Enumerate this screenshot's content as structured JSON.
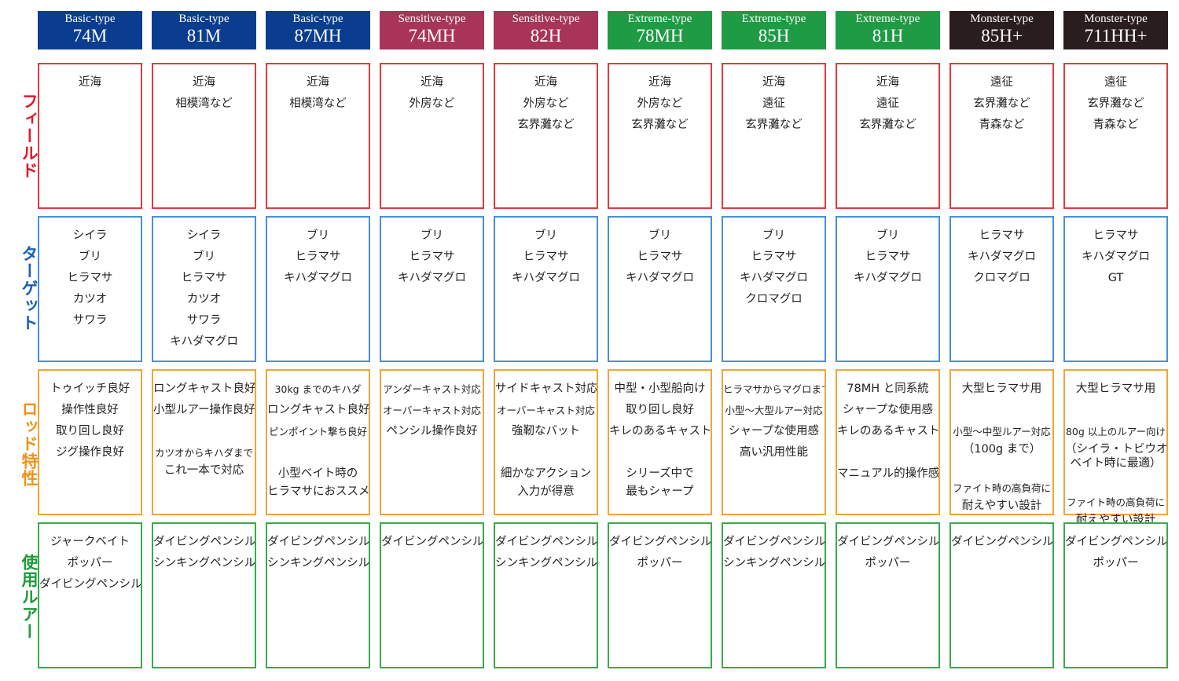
{
  "colors": {
    "basic": "#0a3d8f",
    "sensitive": "#a83558",
    "extreme": "#1f9a45",
    "monster": "#2a1d1d",
    "field": "#e23a3f",
    "target": "#4a8fd6",
    "rod": "#f0a43c",
    "lure": "#3aaa4a"
  },
  "rows": [
    {
      "key": "field",
      "label": "フィールド",
      "label_color": "#e0192b"
    },
    {
      "key": "target",
      "label": "ターゲット",
      "label_color": "#1b5fb3"
    },
    {
      "key": "rod",
      "label": "ロッド特性",
      "label_color": "#ee9316"
    },
    {
      "key": "lure",
      "label": "使用ルアー",
      "label_color": "#1d9a3a"
    }
  ],
  "columns": [
    {
      "type": "Basic-type",
      "model": "74M",
      "color": "basic",
      "field": [
        "近海"
      ],
      "target": [
        "シイラ",
        "ブリ",
        "ヒラマサ",
        "カツオ",
        "サワラ"
      ],
      "rod": [
        "トゥイッチ良好",
        "操作性良好",
        "取り回し良好",
        "ジグ操作良好"
      ],
      "lure": [
        "ジャークベイト",
        "ポッパー",
        "ダイビングペンシル"
      ]
    },
    {
      "type": "Basic-type",
      "model": "81M",
      "color": "basic",
      "field": [
        "近海",
        "相模湾など"
      ],
      "target": [
        "シイラ",
        "ブリ",
        "ヒラマサ",
        "カツオ",
        "サワラ",
        "キハダマグロ"
      ],
      "rod": [
        "ロングキャスト良好",
        "小型ルアー操作良好",
        "",
        "カツオからキハダまで",
        "これ一本で対応"
      ],
      "lure": [
        "ダイビングペンシル",
        "シンキングペンシル"
      ]
    },
    {
      "type": "Basic-type",
      "model": "87MH",
      "color": "basic",
      "field": [
        "近海",
        "相模湾など"
      ],
      "target": [
        "ブリ",
        "ヒラマサ",
        "キハダマグロ"
      ],
      "rod": [
        "30kg までのキハダ",
        "ロングキャスト良好",
        "ピンポイント撃ち良好",
        "",
        "小型ベイト時の",
        "ヒラマサにおススメ"
      ],
      "lure": [
        "ダイビングペンシル",
        "シンキングペンシル"
      ]
    },
    {
      "type": "Sensitive-type",
      "model": "74MH",
      "color": "sensitive",
      "field": [
        "近海",
        "外房など"
      ],
      "target": [
        "ブリ",
        "ヒラマサ",
        "キハダマグロ"
      ],
      "rod": [
        "アンダーキャスト対応",
        "オーバーキャスト対応",
        "ペンシル操作良好"
      ],
      "lure": [
        "ダイビングペンシル"
      ]
    },
    {
      "type": "Sensitive-type",
      "model": "82H",
      "color": "sensitive",
      "field": [
        "近海",
        "外房など",
        "玄界灘など"
      ],
      "target": [
        "ブリ",
        "ヒラマサ",
        "キハダマグロ"
      ],
      "rod": [
        "サイドキャスト対応",
        "オーバーキャスト対応",
        "強靭なバット",
        "",
        "細かなアクション",
        "入力が得意"
      ],
      "lure": [
        "ダイビングペンシル",
        "シンキングペンシル"
      ]
    },
    {
      "type": "Extreme-type",
      "model": "78MH",
      "color": "extreme",
      "field": [
        "近海",
        "外房など",
        "玄界灘など"
      ],
      "target": [
        "ブリ",
        "ヒラマサ",
        "キハダマグロ"
      ],
      "rod": [
        "中型・小型船向け",
        "取り回し良好",
        "キレのあるキャスト",
        "",
        "シリーズ中で",
        "最もシャープ"
      ],
      "lure": [
        "ダイビングペンシル",
        "ポッパー"
      ]
    },
    {
      "type": "Extreme-type",
      "model": "85H",
      "color": "extreme",
      "field": [
        "近海",
        "遠征",
        "玄界灘など"
      ],
      "target": [
        "ブリ",
        "ヒラマサ",
        "キハダマグロ",
        "クロマグロ"
      ],
      "rod": [
        "ヒラマサからマグロまで",
        "小型～大型ルアー対応",
        "シャープな使用感",
        "高い汎用性能"
      ],
      "lure": [
        "ダイビングペンシル",
        "シンキングペンシル"
      ]
    },
    {
      "type": "Extreme-type",
      "model": "81H",
      "color": "extreme",
      "field": [
        "近海",
        "遠征",
        "玄界灘など"
      ],
      "target": [
        "ブリ",
        "ヒラマサ",
        "キハダマグロ"
      ],
      "rod": [
        "78MH と同系統",
        "シャープな使用感",
        "キレのあるキャスト",
        "",
        "マニュアル的操作感"
      ],
      "lure": [
        "ダイビングペンシル",
        "ポッパー"
      ]
    },
    {
      "type": "Monster-type",
      "model": "85H+",
      "color": "monster",
      "field": [
        "遠征",
        "玄界灘など",
        "青森など"
      ],
      "target": [
        "ヒラマサ",
        "キハダマグロ",
        "クロマグロ"
      ],
      "rod": [
        "大型ヒラマサ用",
        "",
        "小型～中型ルアー対応",
        "（100g まで）",
        "",
        "ファイト時の高負荷に",
        "耐えやすい設計"
      ],
      "lure": [
        "ダイビングペンシル"
      ]
    },
    {
      "type": "Monster-type",
      "model": "711HH+",
      "color": "monster",
      "field": [
        "遠征",
        "玄界灘など",
        "青森など"
      ],
      "target": [
        "ヒラマサ",
        "キハダマグロ",
        "GT"
      ],
      "rod": [
        "大型ヒラマサ用",
        "",
        "80g 以上のルアー向け",
        "（シイラ・トビウオ",
        "ベイト時に最適）",
        "",
        "ファイト時の高負荷に",
        "耐えやすい設計"
      ],
      "lure": [
        "ダイビングペンシル",
        "ポッパー"
      ]
    }
  ]
}
